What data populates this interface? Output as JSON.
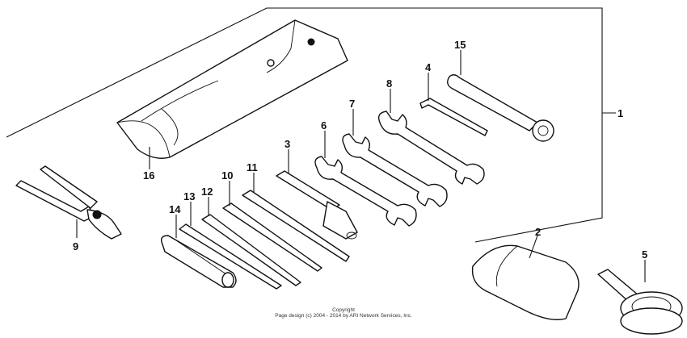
{
  "callouts": [
    {
      "id": "part-1",
      "label": "1"
    },
    {
      "id": "part-2",
      "label": "2"
    },
    {
      "id": "part-3",
      "label": "3"
    },
    {
      "id": "part-4",
      "label": "4"
    },
    {
      "id": "part-5",
      "label": "5"
    },
    {
      "id": "part-6",
      "label": "6"
    },
    {
      "id": "part-7",
      "label": "7"
    },
    {
      "id": "part-8",
      "label": "8"
    },
    {
      "id": "part-9",
      "label": "9"
    },
    {
      "id": "part-10",
      "label": "10"
    },
    {
      "id": "part-11",
      "label": "11"
    },
    {
      "id": "part-12",
      "label": "12"
    },
    {
      "id": "part-13",
      "label": "13"
    },
    {
      "id": "part-14",
      "label": "14"
    },
    {
      "id": "part-15",
      "label": "15"
    },
    {
      "id": "part-16",
      "label": "16"
    }
  ],
  "footer": {
    "line1": "Copyright",
    "line2": "Page design (c) 2004 - 2014 by ARI Network Services, Inc."
  }
}
